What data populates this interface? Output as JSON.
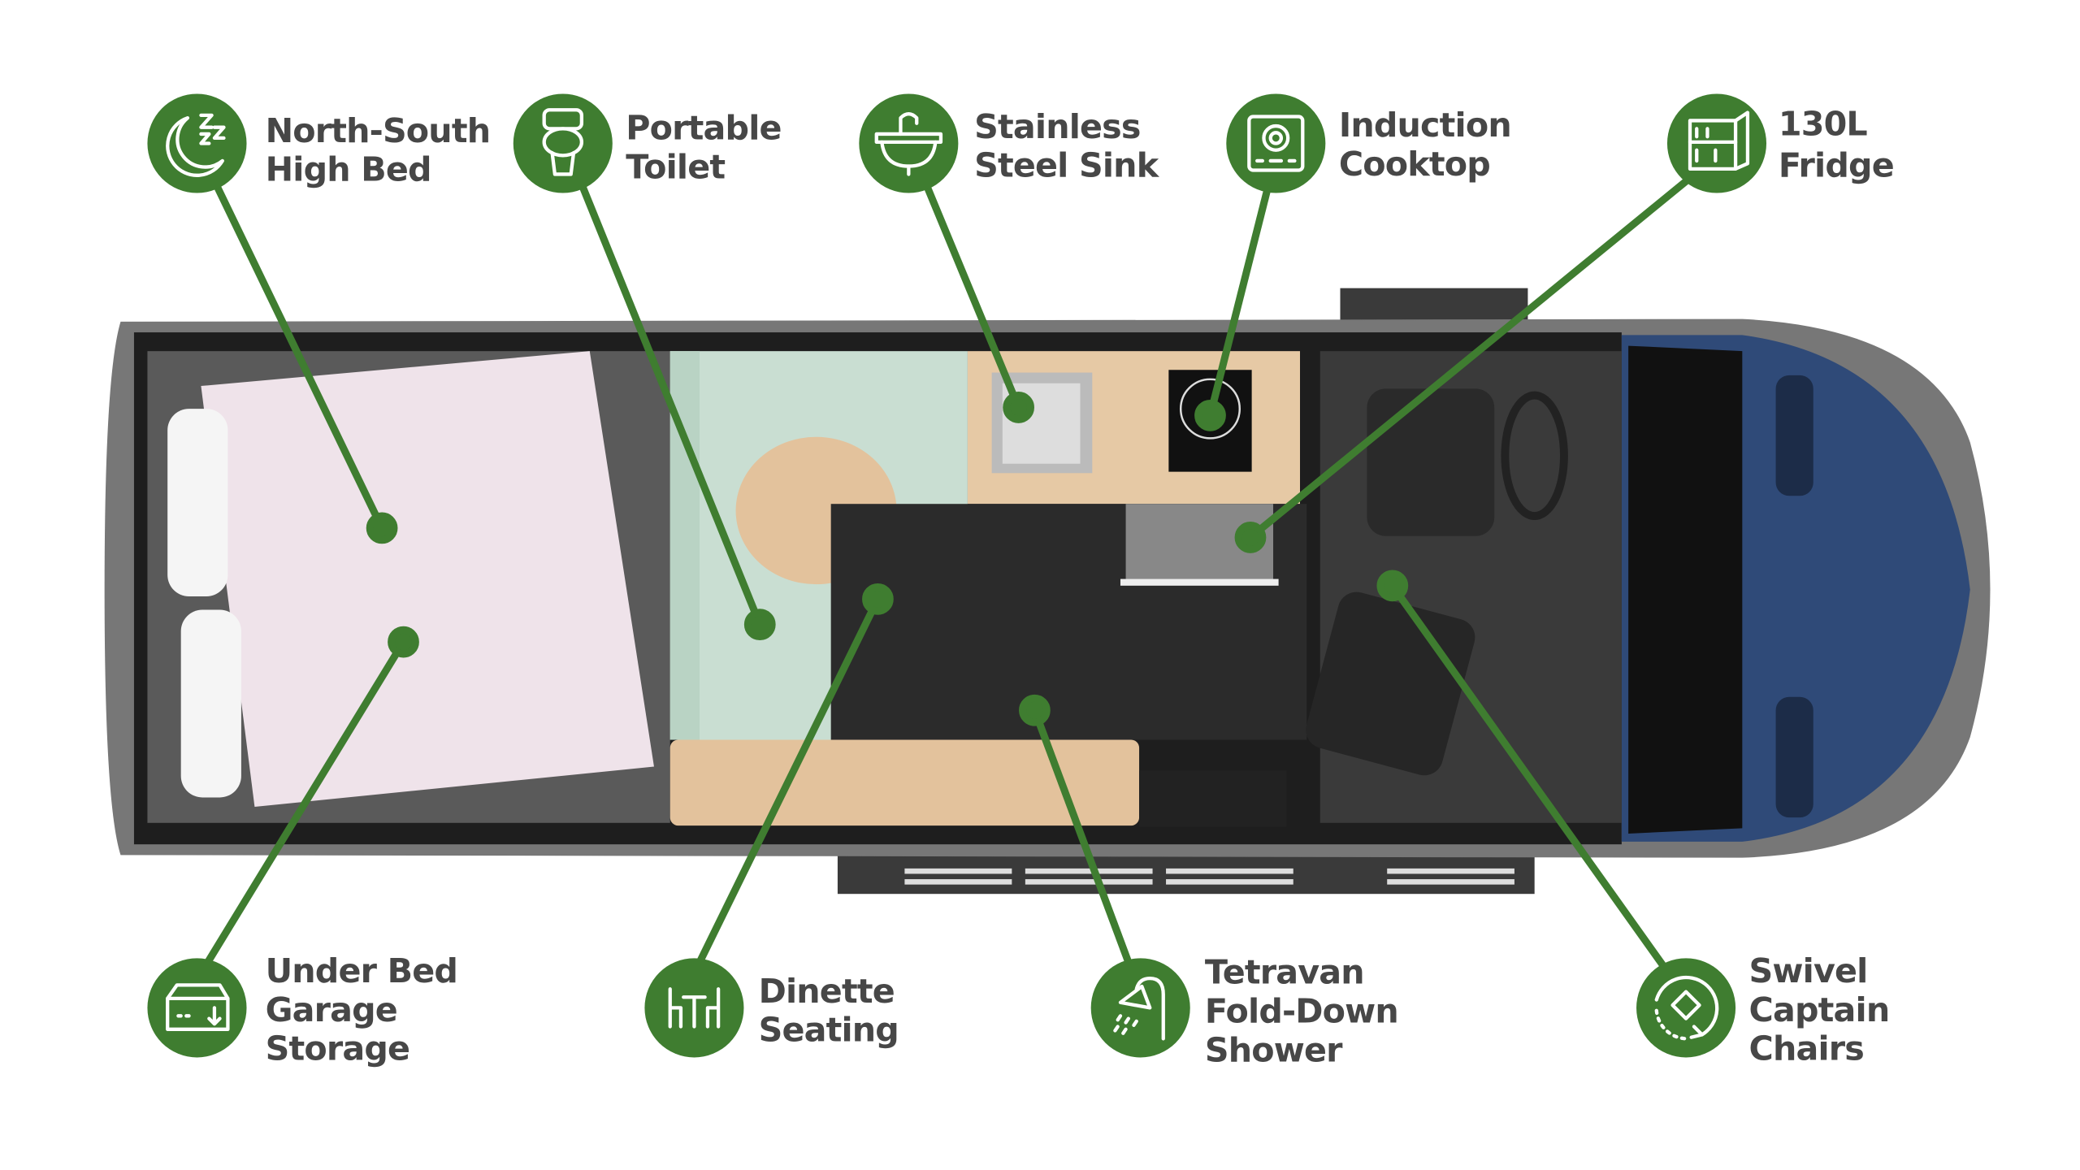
{
  "colors": {
    "accent": "#3f7d30",
    "text": "#474747",
    "van_blue": "#2f4a78"
  },
  "features": [
    {
      "id": "north-south-high-bed",
      "icon": "moon-zzz-icon",
      "lines": [
        "North-South",
        "High Bed"
      ]
    },
    {
      "id": "portable-toilet",
      "icon": "toilet-icon",
      "lines": [
        "Portable",
        "Toilet"
      ]
    },
    {
      "id": "stainless-steel-sink",
      "icon": "sink-faucet-icon",
      "lines": [
        "Stainless",
        "Steel Sink"
      ]
    },
    {
      "id": "induction-cooktop",
      "icon": "cooktop-icon",
      "lines": [
        "Induction",
        "Cooktop"
      ]
    },
    {
      "id": "fridge",
      "icon": "fridge-icon",
      "lines": [
        "130L",
        "Fridge"
      ]
    },
    {
      "id": "under-bed-garage-storage",
      "icon": "storage-box-icon",
      "lines": [
        "Under Bed",
        "Garage",
        "Storage"
      ]
    },
    {
      "id": "dinette-seating",
      "icon": "dinette-table-icon",
      "lines": [
        "Dinette",
        "Seating"
      ]
    },
    {
      "id": "fold-down-shower",
      "icon": "shower-icon",
      "lines": [
        "Tetravan",
        "Fold-Down",
        "Shower"
      ]
    },
    {
      "id": "swivel-captain-chairs",
      "icon": "swivel-rotate-icon",
      "lines": [
        "Swivel",
        "Captain",
        "Chairs"
      ]
    }
  ]
}
